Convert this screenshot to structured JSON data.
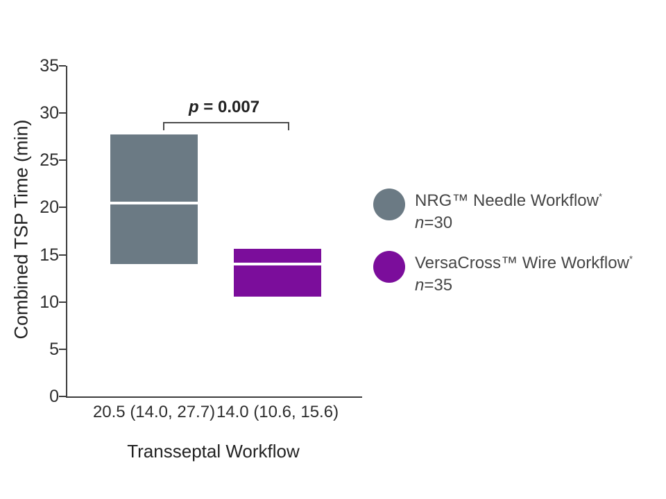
{
  "chart_data": {
    "type": "box",
    "title": "",
    "xlabel": "Transseptal Workflow",
    "ylabel": "Combined TSP Time (min)",
    "ylim": [
      0,
      35
    ],
    "yticks": [
      0,
      5,
      10,
      15,
      20,
      25,
      30,
      35
    ],
    "grid": false,
    "legend_position": "right",
    "categories": [
      "20.5 (14.0, 27.7)",
      "14.0 (10.6, 15.6)"
    ],
    "series": [
      {
        "name": "NRG™ Needle Workflow",
        "n": 30,
        "median": 20.5,
        "q1": 14.0,
        "q3": 27.7,
        "summary_label": "20.5 (14.0, 27.7)",
        "color": "#6B7A84"
      },
      {
        "name": "VersaCross™ Wire Workflow",
        "n": 35,
        "median": 14.0,
        "q1": 10.6,
        "q3": 15.6,
        "summary_label": "14.0 (10.6, 15.6)",
        "color": "#7B0D9B"
      }
    ],
    "annotation": {
      "p_label": "p",
      "p_value": " = 0.007"
    }
  },
  "legend": {
    "items": [
      {
        "label": "NRG™ Needle Workflow",
        "sup": "*",
        "n_prefix": "n",
        "n_text": "=30",
        "color": "#6B7A84"
      },
      {
        "label": "VersaCross™ Wire Workflow",
        "sup": "*",
        "n_prefix": "n",
        "n_text": "=35",
        "color": "#7B0D9B"
      }
    ]
  }
}
